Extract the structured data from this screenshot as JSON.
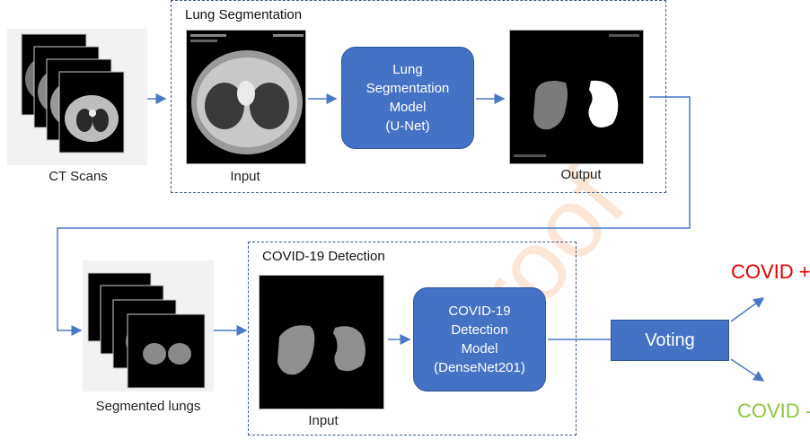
{
  "segmentation_box": {
    "title": "Lung Segmentation"
  },
  "detection_box": {
    "title": "COVID-19 Detection"
  },
  "captions": {
    "ct_scans": "CT Scans",
    "seg_input": "Input",
    "seg_output": "Output",
    "segmented_lungs": "Segmented lungs",
    "det_input": "Input"
  },
  "models": {
    "segmentation": "Lung\nSegmentation\nModel\n(U-Net)",
    "detection": "COVID-19\nDetection\nModel\n(DenseNet201)"
  },
  "voting": {
    "label": "Voting"
  },
  "results": {
    "positive": "COVID +",
    "negative": "COVID -",
    "positive_color": "#e00000",
    "negative_color": "#8cc63f"
  },
  "watermark": {
    "text": "proof"
  }
}
